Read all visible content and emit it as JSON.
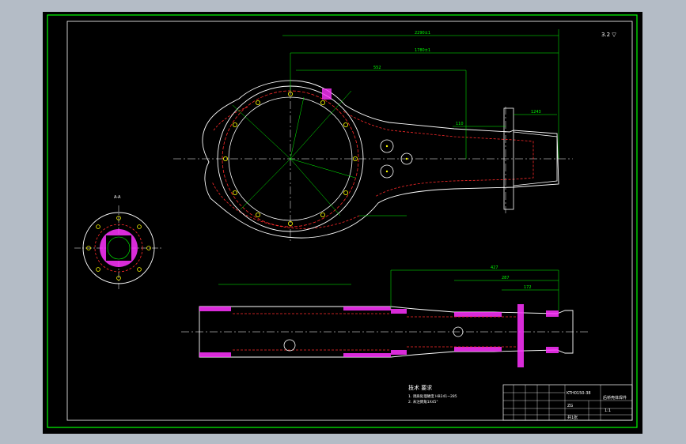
{
  "colors": {
    "frame": "#00ff00",
    "outline": "#ffffff",
    "hidden": "#ff2a2a",
    "center": "#ffffff",
    "dimension": "#00ff00",
    "section": "#ff33ff",
    "bolt": "#ffff00"
  },
  "drawing": {
    "roughness_symbol": "3.2 ▽",
    "dims_top": {
      "overall": "2290±1",
      "span": "1780±1",
      "len_552": "552",
      "dim_110": "110",
      "dim_124": "1243"
    },
    "view_label_a": "A-A",
    "tech_req": {
      "title": "技术 要求",
      "line1": "1. 调质处理硬度 HB241~285",
      "line2": "2. 未注倒角1X45°"
    },
    "side_view": {
      "dim_427": "427",
      "dim_287": "287",
      "dim_172": "172"
    },
    "title_block": {
      "part_no": "KTH0150-38",
      "name": "后桥壳体焊件",
      "scale": "1:1",
      "material": "ZG",
      "sheet": "共1张"
    }
  }
}
